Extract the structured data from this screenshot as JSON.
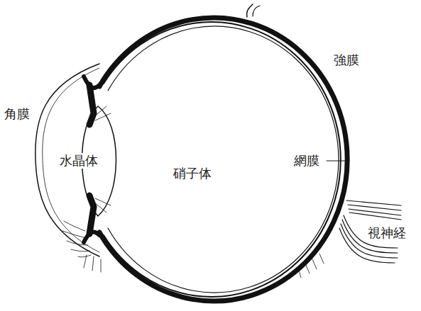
{
  "diagram": {
    "labels": [
      "強膜",
      "角膜",
      "水晶体",
      "硝子体",
      "網膜",
      "視神経"
    ]
  }
}
